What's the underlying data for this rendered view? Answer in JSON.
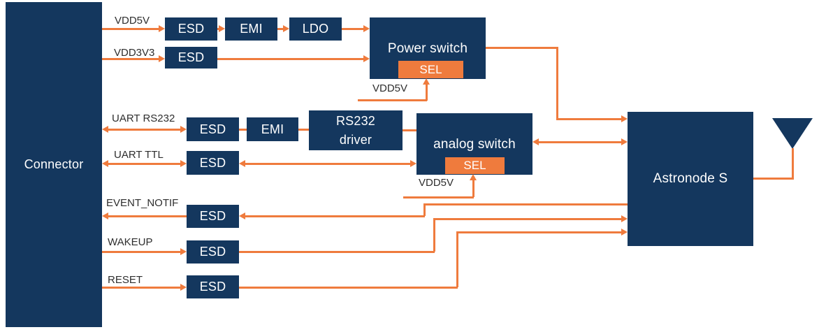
{
  "colors": {
    "navy": "#14375E",
    "orange": "#EF7B3D",
    "label": "#2E2E2E",
    "background": "#FFFFFF"
  },
  "blocks": {
    "connector": "Connector",
    "esd": "ESD",
    "emi": "EMI",
    "ldo": "LDO",
    "power_switch": "Power switch",
    "sel": "SEL",
    "rs232_driver": {
      "line1": "RS232",
      "line2": "driver"
    },
    "analog_switch": "analog switch",
    "astronode": "Astronode S"
  },
  "labels": {
    "vdd5v": "VDD5V",
    "vdd3v3": "VDD3V3",
    "uart_rs232": "UART RS232",
    "uart_ttl": "UART TTL",
    "event_notif": "EVENT_NOTIF",
    "wakeup": "WAKEUP",
    "reset": "RESET"
  },
  "icons": {
    "antenna": "antenna-icon"
  }
}
